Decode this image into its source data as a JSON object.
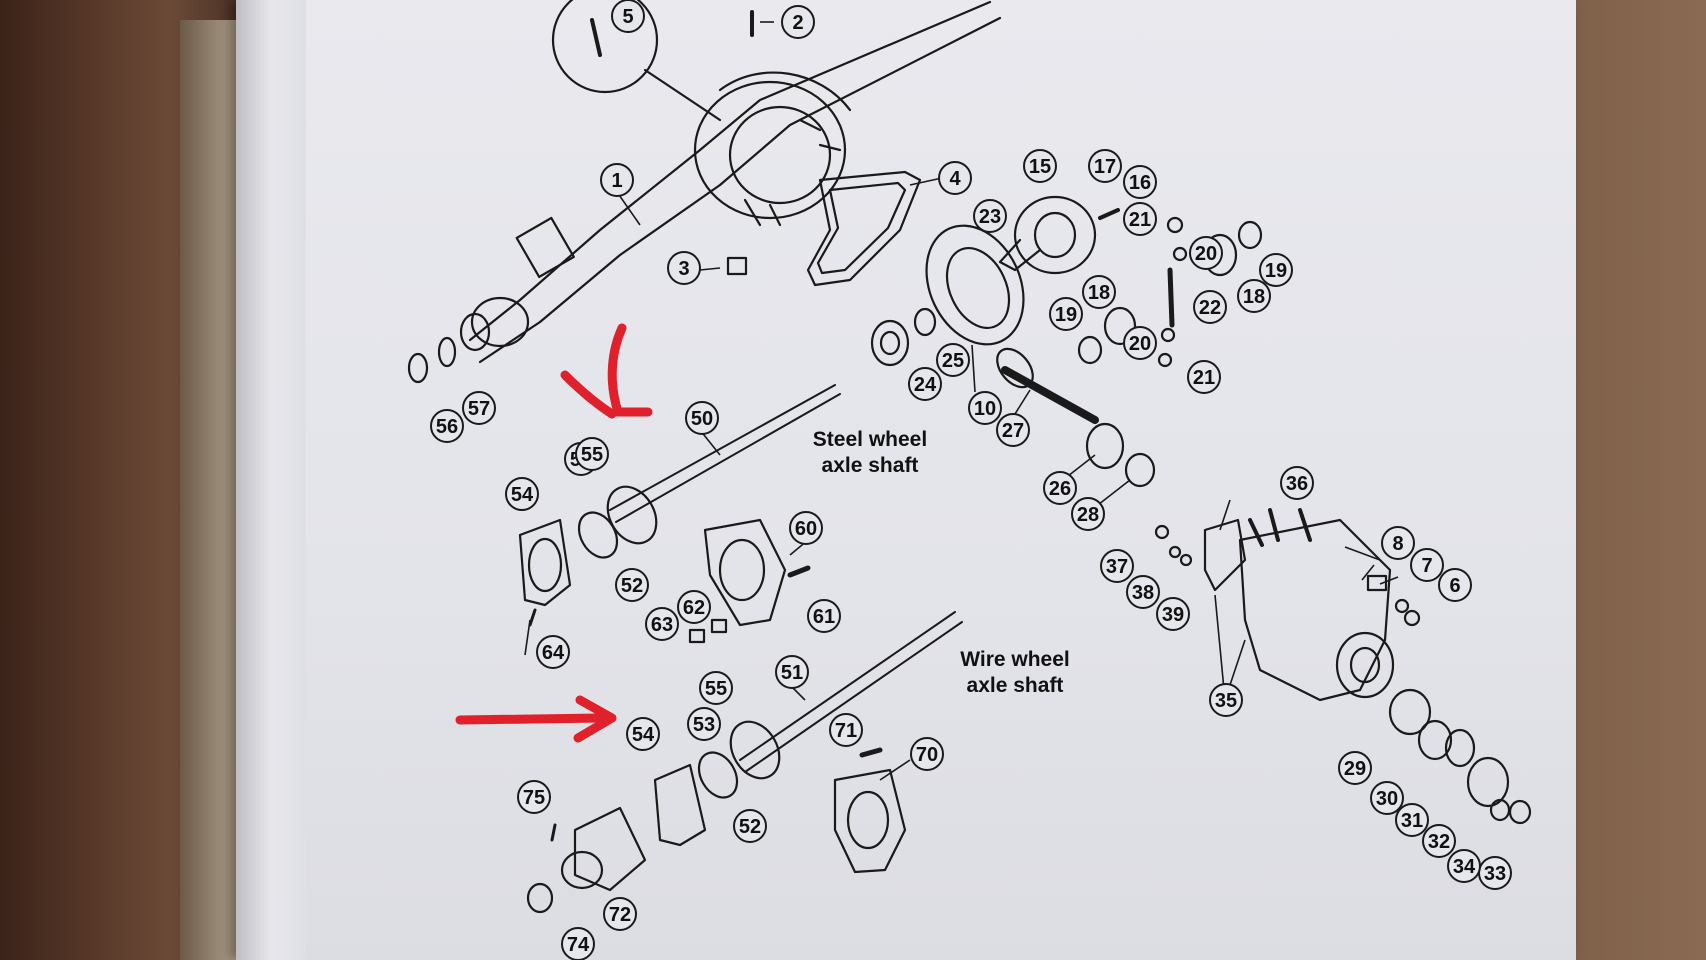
{
  "captions": {
    "steel_line1": "Steel wheel",
    "steel_line2": "axle shaft",
    "wire_line1": "Wire wheel",
    "wire_line2": "axle shaft"
  },
  "callouts": [
    "1",
    "2",
    "3",
    "4",
    "5",
    "6",
    "7",
    "8",
    "10",
    "15",
    "16",
    "17",
    "18",
    "18",
    "19",
    "19",
    "20",
    "20",
    "21",
    "21",
    "22",
    "23",
    "24",
    "25",
    "26",
    "27",
    "28",
    "29",
    "30",
    "31",
    "32",
    "33",
    "34",
    "35",
    "36",
    "37",
    "38",
    "39",
    "50",
    "51",
    "52",
    "52",
    "53",
    "53",
    "54",
    "54",
    "55",
    "55",
    "56",
    "57",
    "60",
    "61",
    "62",
    "63",
    "64",
    "70",
    "71",
    "72",
    "74",
    "75"
  ],
  "annotation_color": "#e0202a"
}
